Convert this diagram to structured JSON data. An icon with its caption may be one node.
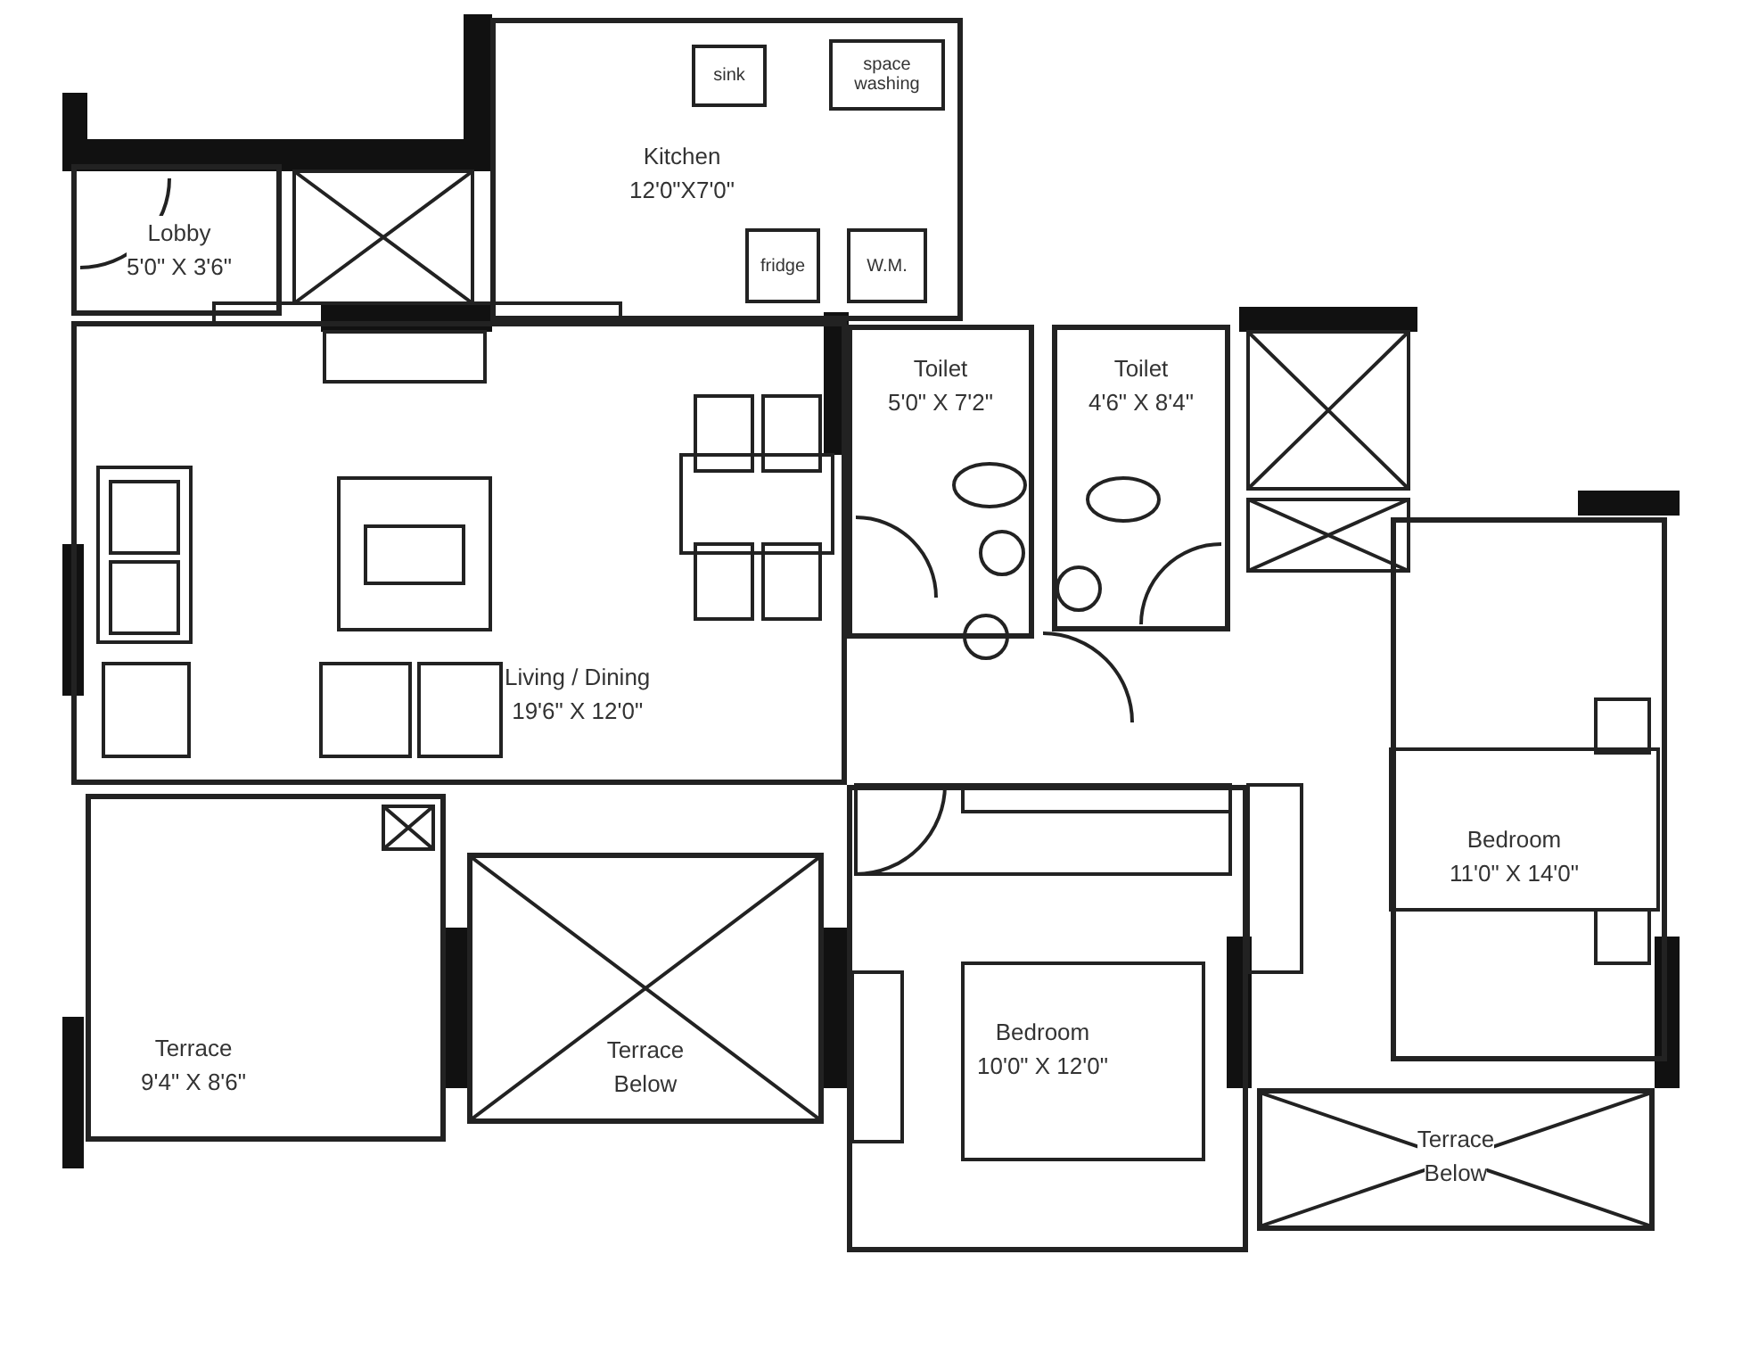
{
  "diagram": {
    "nodes": [
      {
        "text": [
          "Kitchen",
          "12'0\"X7'0\""
        ]
      },
      {
        "text": [
          "sink"
        ],
        "in": 0
      },
      {
        "text": [
          "space washing"
        ],
        "in": 0
      },
      {
        "text": [
          "fridge"
        ],
        "in": 0
      },
      {
        "text": [
          "W.M."
        ],
        "in": 0
      },
      {
        "text": [
          "Lobby",
          "5'0\" X 3'6\""
        ]
      },
      {
        "text": [
          "Toilet",
          "5'0\" X 7'2\""
        ]
      },
      {
        "text": [
          "Toilet",
          "4'6\" X 8'4\""
        ]
      },
      {
        "text": [
          "Living / Dining",
          "19'6\" X 12'0\""
        ]
      },
      {
        "text": [
          "Bedroom",
          "11'0\" X 14'0\""
        ]
      },
      {
        "text": [
          "Terrace",
          "9'4\" X 8'6\""
        ]
      },
      {
        "text": [
          "Terrace",
          "Below"
        ]
      },
      {
        "text": [
          "Bedroom",
          "10'0\" X 12'0\""
        ]
      },
      {
        "text": [
          "Terrace",
          "Below"
        ]
      }
    ]
  }
}
